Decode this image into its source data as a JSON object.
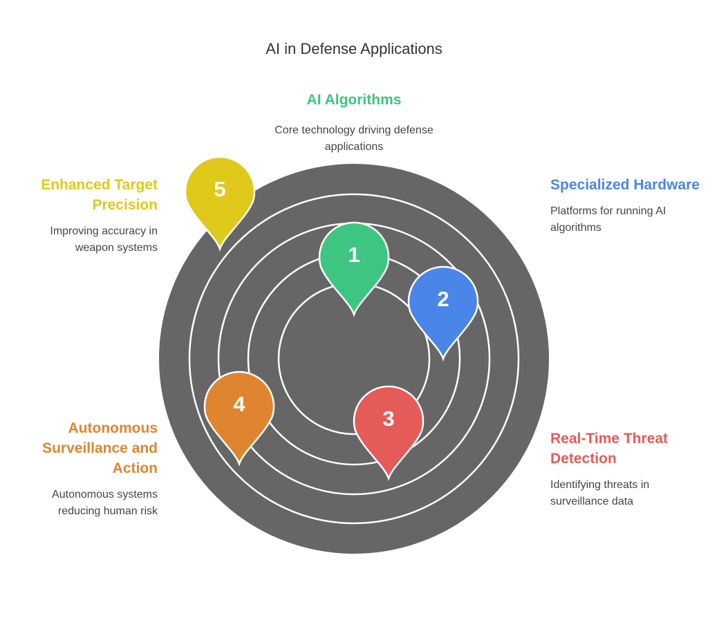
{
  "title": "AI in Defense Applications",
  "colors": {
    "disc": "#666666",
    "ring": "#ffffff",
    "stage1": "#3ec582",
    "stage2": "#4a86e8",
    "stage3": "#e55b57",
    "stage4": "#e0852f",
    "stage5": "#dfc91a"
  },
  "stages": [
    {
      "number": "1",
      "heading": "AI Algorithms",
      "description": "Core technology driving defense applications",
      "color": "#3ec582"
    },
    {
      "number": "2",
      "heading": "Specialized Hardware",
      "description": "Platforms for running AI algorithms",
      "color": "#4a86e8"
    },
    {
      "number": "3",
      "heading": "Real-Time Threat Detection",
      "description": "Identifying threats in surveillance data",
      "color": "#e55b57"
    },
    {
      "number": "4",
      "heading": "Autonomous Surveillance and Action",
      "description": "Autonomous systems reducing human risk",
      "color": "#e0852f"
    },
    {
      "number": "5",
      "heading": "Enhanced Target Precision",
      "description": "Improving accuracy in weapon systems",
      "color": "#dfc91a"
    }
  ]
}
